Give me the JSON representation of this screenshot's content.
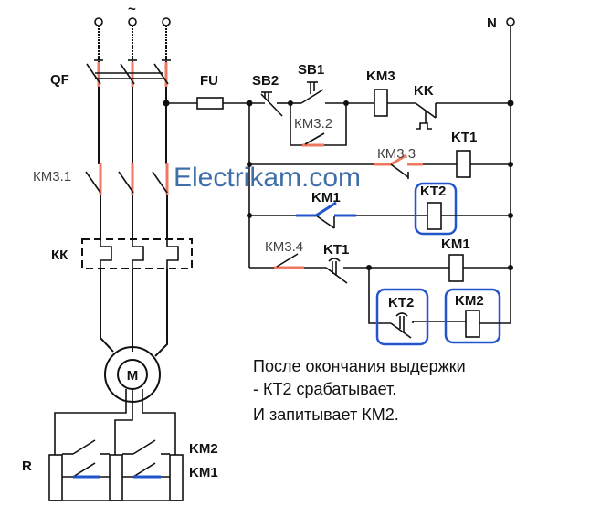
{
  "diagram": {
    "title_symbol": "~",
    "neutral_label": "N",
    "watermark": "Electrikam.com",
    "power_circuit": {
      "breaker": "QF",
      "contactor_main": "КМ3.1",
      "thermal_relay": "КК",
      "motor": "M",
      "resistor": "R",
      "contacts": [
        "KM2",
        "KM1"
      ]
    },
    "control_circuit": {
      "fuse": "FU",
      "stop_button": "SB2",
      "start_button": "SB1",
      "self_hold_contact": "КМ3.2",
      "coil_km3": "KM3",
      "thermal_contact": "KK",
      "contact_km3_3": "КМ3.3",
      "coil_kt1": "KT1",
      "contact_km1": "KM1",
      "coil_kt2": "KT2",
      "contact_km3_4": "КМ3.4",
      "contact_kt1": "KT1",
      "coil_km1": "KM1",
      "contact_kt2": "KT2",
      "coil_km2": "KM2"
    },
    "note_lines": [
      "После окончания выдержки",
      "- КТ2 срабатывает.",
      "И запитывает КМ2."
    ],
    "colors": {
      "highlight_closed": "#f07860",
      "highlight_active": "#2255cc",
      "watermark": "#3f6fa8"
    }
  }
}
